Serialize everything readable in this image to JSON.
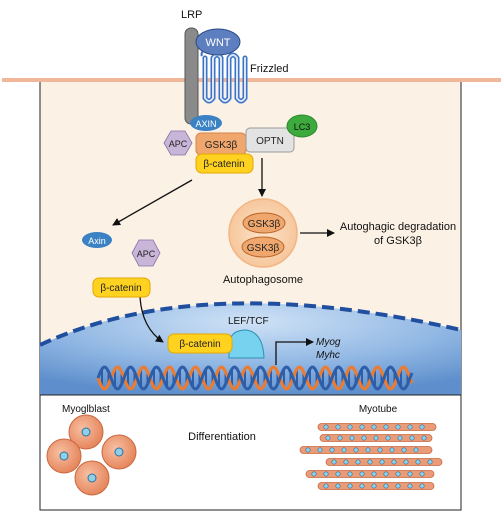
{
  "receptor": {
    "lrp_label": "LRP",
    "wnt_label": "WNT",
    "frizzled_label": "Frizzled"
  },
  "destruction_complex": {
    "axin_label": "AXIN",
    "apc_label": "APC",
    "gsk3b_label": "GSK3β",
    "beta_catenin_label": "β-catenin",
    "optn_label": "OPTN",
    "lc3_label": "LC3"
  },
  "released": {
    "axin_label": "Axin",
    "apc_label": "APC",
    "beta_catenin_label": "β-catenin"
  },
  "autophagy": {
    "gsk3b_top_label": "GSK3β",
    "gsk3b_bottom_label": "GSK3β",
    "autophagosome_label": "Autophagosome",
    "degradation_line1": "Autoghagic degradation",
    "degradation_line2": "of GSK3β"
  },
  "nucleus": {
    "beta_catenin_label": "β-catenin",
    "lef_tcf_label": "LEF/TCF",
    "gene1_label": "Myog",
    "gene2_label": "Myhc"
  },
  "differentiation": {
    "myoblast_label": "Myoglblast",
    "process_label": "Differentiation",
    "myotube_label": "Myotube"
  },
  "colors": {
    "membrane": "#f0b79a",
    "cytoplasm": "#fbf1e5",
    "nucleus": "#7aa7d9",
    "gsk3b": "#f0a76e",
    "beta_catenin": "#ffd21f",
    "lc3": "#3caa3c",
    "axin": "#3b82c4",
    "apc": "#c9b5d8",
    "dna_orange": "#f07a2b",
    "dna_blue": "#2f5ea8"
  }
}
